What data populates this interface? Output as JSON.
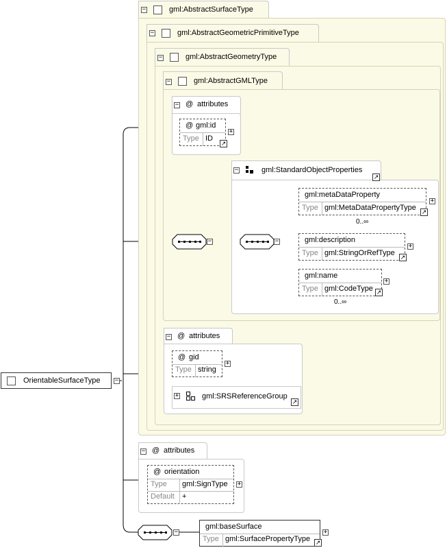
{
  "root": {
    "name": "OrientableSurfaceType"
  },
  "levels": {
    "l1": "gml:AbstractSurfaceType",
    "l2": "gml:AbstractGeometricPrimitiveType",
    "l3": "gml:AbstractGeometryType",
    "l4": "gml:AbstractGMLType"
  },
  "gml_attrs": {
    "title": "attributes",
    "id": {
      "name": "gml:id",
      "type_label": "Type",
      "type": "ID"
    }
  },
  "sop": {
    "name": "gml:StandardObjectProperties",
    "elements": [
      {
        "name": "gml:metaDataProperty",
        "type_label": "Type",
        "type": "gml:MetaDataPropertyType",
        "card": "0..∞"
      },
      {
        "name": "gml:description",
        "type_label": "Type",
        "type": "gml:StringOrRefType",
        "card": ""
      },
      {
        "name": "gml:name",
        "type_label": "Type",
        "type": "gml:CodeType",
        "card": "0..∞"
      }
    ]
  },
  "geom_attrs": {
    "title": "attributes",
    "gid": {
      "name": "gid",
      "type_label": "Type",
      "type": "string"
    },
    "group": "gml:SRSReferenceGroup"
  },
  "own_attrs": {
    "title": "attributes",
    "orientation": {
      "name": "orientation",
      "type_label": "Type",
      "type": "gml:SignType",
      "default_label": "Default",
      "default": "+"
    }
  },
  "base": {
    "name": "gml:baseSurface",
    "type_label": "Type",
    "type": "gml:SurfacePropertyType"
  },
  "symbols": {
    "attr": "@",
    "plus": "+",
    "minus": "−",
    "link": "↗"
  },
  "icons": [
    "checkbox-icon",
    "sequence-icon",
    "group-icon",
    "attribute-group-icon",
    "link-arrow-icon",
    "collapse-icon",
    "expand-icon"
  ]
}
